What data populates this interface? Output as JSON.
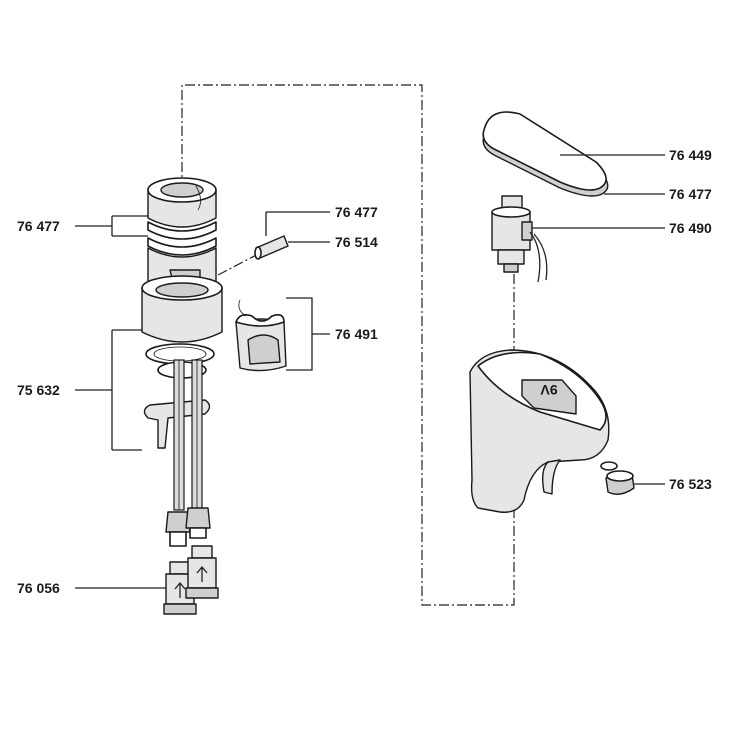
{
  "parts": [
    {
      "id": "p1",
      "label": "76 477"
    },
    {
      "id": "p2",
      "label": "76 477"
    },
    {
      "id": "p3",
      "label": "76 514"
    },
    {
      "id": "p4",
      "label": "76 491"
    },
    {
      "id": "p5",
      "label": "75 632"
    },
    {
      "id": "p6",
      "label": "76 056"
    },
    {
      "id": "p7",
      "label": "76 449"
    },
    {
      "id": "p8",
      "label": "76 477"
    },
    {
      "id": "p9",
      "label": "76 490"
    },
    {
      "id": "p10",
      "label": "76 523"
    }
  ],
  "battery_marking": "9V",
  "colors": {
    "line": "#1a1a1a",
    "fill_light": "#e6e6e6",
    "fill_dark": "#cfcfcf"
  }
}
